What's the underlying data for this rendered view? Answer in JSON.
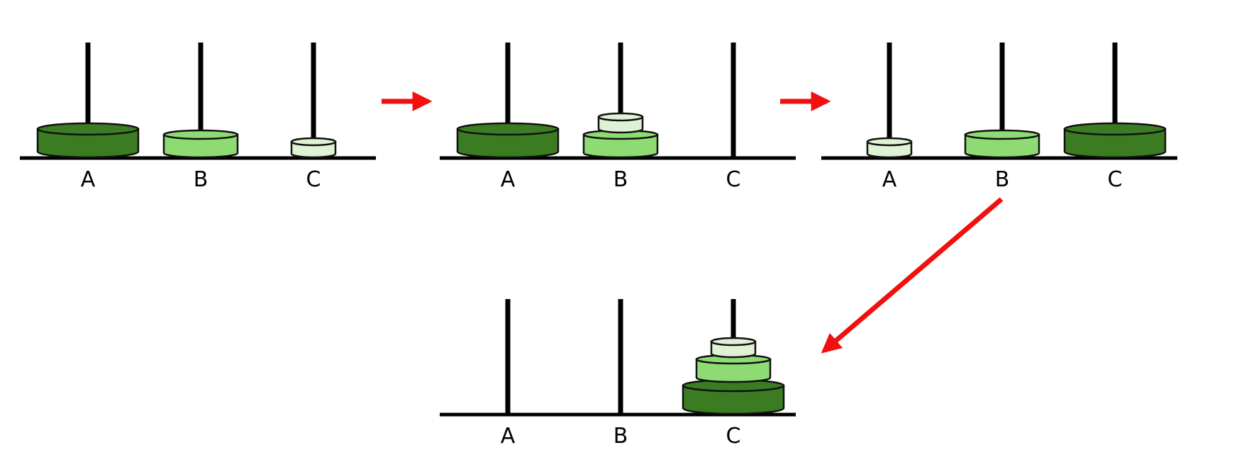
{
  "colors": {
    "background": "#ffffff",
    "peg": "#000000",
    "arrow": "#f20f0f",
    "disk_outline": "#111111",
    "disk_large": "#3b7b22",
    "disk_medium": "#8fdb73",
    "disk_small": "#dff2d6"
  },
  "disk_size_names": [
    "large",
    "medium",
    "small"
  ],
  "states": [
    {
      "pegs": [
        {
          "label": "A",
          "disks": [
            "large"
          ]
        },
        {
          "label": "B",
          "disks": [
            "medium"
          ]
        },
        {
          "label": "C",
          "disks": [
            "small"
          ]
        }
      ]
    },
    {
      "pegs": [
        {
          "label": "A",
          "disks": [
            "large"
          ]
        },
        {
          "label": "B",
          "disks": [
            "medium",
            "small"
          ]
        },
        {
          "label": "C",
          "disks": []
        }
      ]
    },
    {
      "pegs": [
        {
          "label": "A",
          "disks": [
            "small"
          ]
        },
        {
          "label": "B",
          "disks": [
            "medium"
          ]
        },
        {
          "label": "C",
          "disks": [
            "large"
          ]
        }
      ]
    },
    {
      "pegs": [
        {
          "label": "A",
          "disks": []
        },
        {
          "label": "B",
          "disks": []
        },
        {
          "label": "C",
          "disks": [
            "large",
            "medium",
            "small"
          ]
        }
      ]
    }
  ],
  "transitions": [
    {
      "from_state": 1,
      "to_state": 2
    },
    {
      "from_state": 2,
      "to_state": 3
    },
    {
      "from_state": 3,
      "to_state": 4
    }
  ]
}
